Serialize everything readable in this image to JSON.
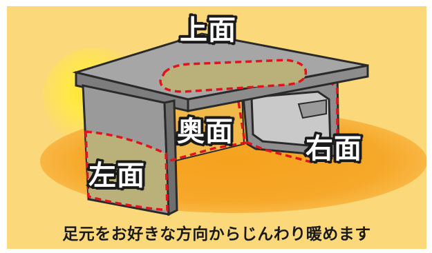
{
  "labels": {
    "top": "上面",
    "back": "奥面",
    "right": "右面",
    "left": "左面"
  },
  "caption": "足元をお好きな方向からじんわり暖めます",
  "colors": {
    "background": "#fbd87a",
    "floor": "#f5a21e",
    "glow": "#ffe62a",
    "desk_top": "#a4a4a4",
    "desk_side": "#8e8e8e",
    "heat_zone_fill": "#b9b07a",
    "heat_zone_outline": "#e0141c",
    "outline": "#2a2a2a"
  }
}
